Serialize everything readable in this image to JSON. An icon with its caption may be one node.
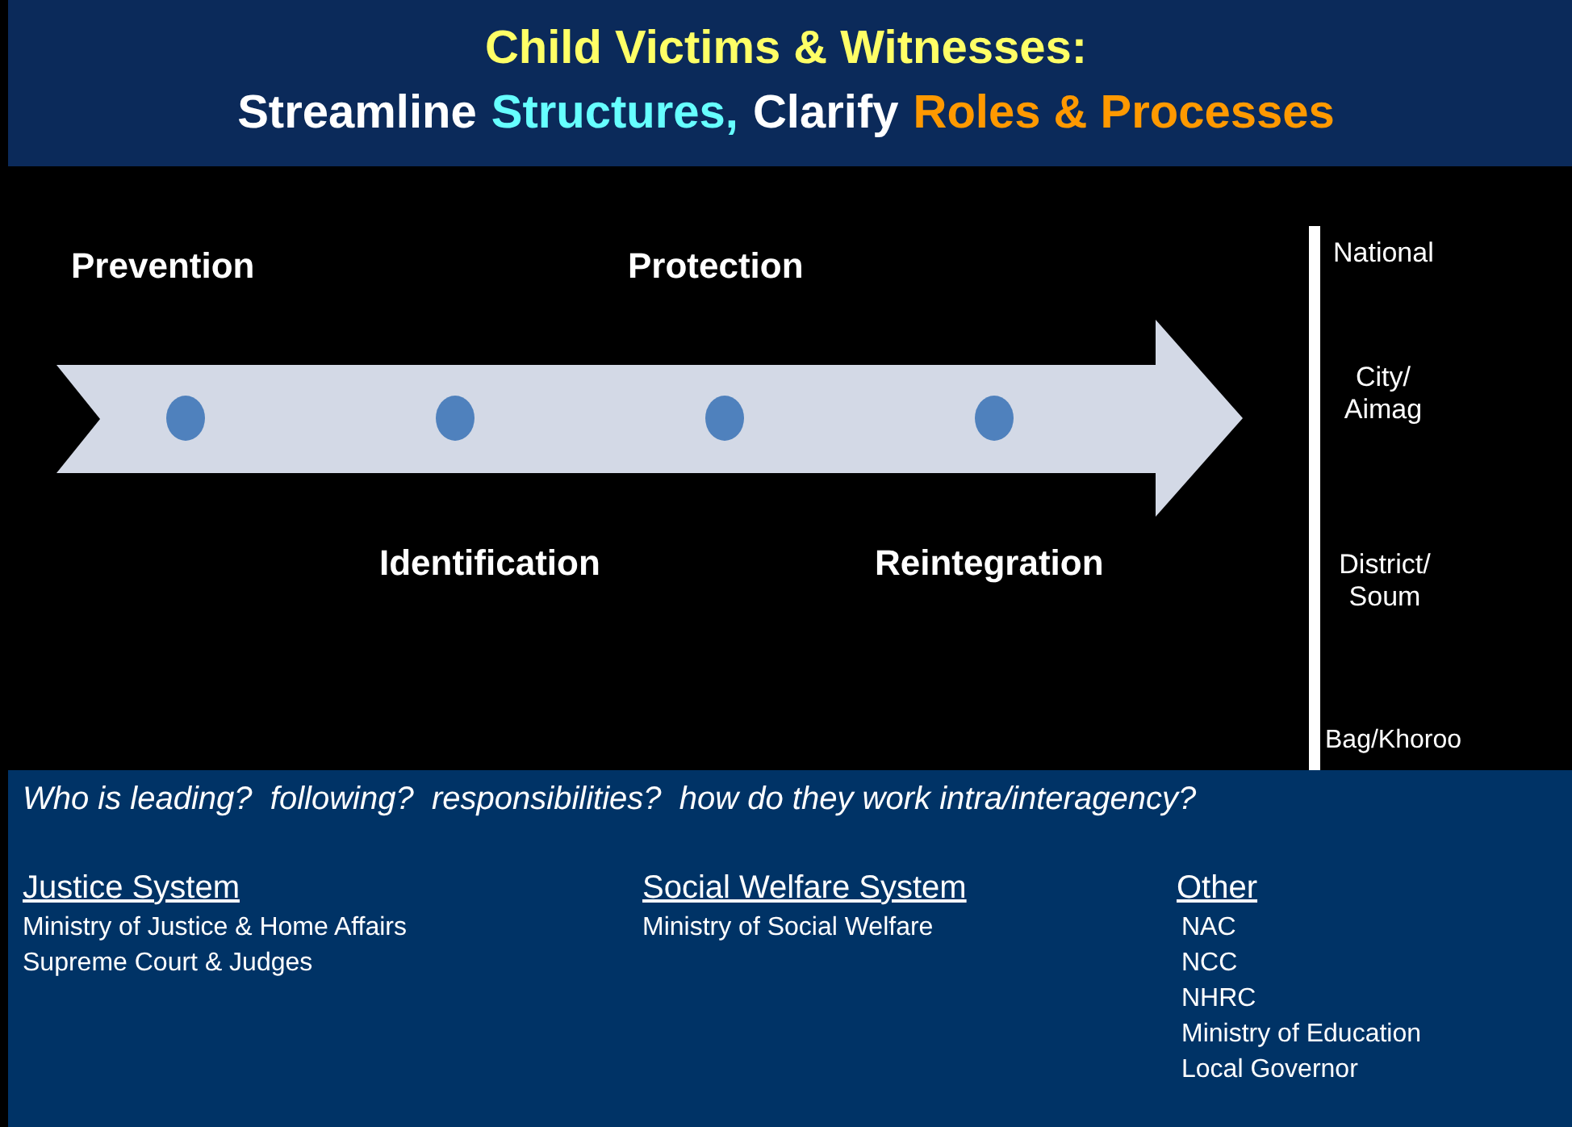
{
  "diagram": {
    "title": "Child Victims & Witnesses:",
    "nodes": [
      {
        "text": [],
        "shape": "circle"
      },
      {
        "text": [],
        "shape": "circle"
      },
      {
        "text": [],
        "shape": "circle"
      },
      {
        "text": [],
        "shape": "circle"
      }
    ],
    "edges": [],
    "labels": [
      "Streamline",
      "Structures,",
      "Clarify",
      "Roles & Processes",
      "Prevention",
      "Protection",
      "National",
      "City/ Aimag",
      "Identification",
      "Reintegration",
      "District/ Soum",
      "Bag/Khoroo",
      "Who is leading?  following?  responsibilities?  how do they work intra/interagency?",
      "Justice System",
      "Ministry of Justice & Home Affairs",
      "Supreme Court & Judges",
      "Social Welfare System",
      "Ministry of Social Welfare",
      "Other",
      "NAC",
      "NCC",
      "NHRC",
      "Ministry of Education",
      "Local Governor"
    ]
  }
}
